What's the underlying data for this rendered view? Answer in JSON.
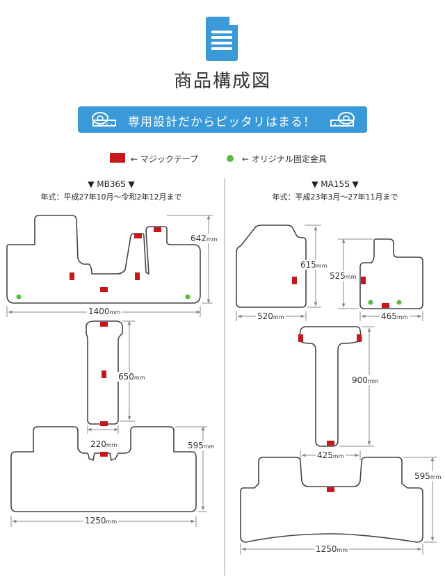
{
  "header": {
    "title": "商品構成図",
    "banner_text": "専用設計だからピッタリはまる！"
  },
  "legend": {
    "velcro_label": "← マジックテープ",
    "fixture_label": "← オリジナル固定金具",
    "velcro_color": "#c8161d",
    "fixture_color": "#5ab946"
  },
  "left": {
    "model": "▼ MB36S ▼",
    "spec": "年式：平成27年10月～令和2年12月まで",
    "dims": {
      "front_height": "642",
      "front_width": "1400",
      "center_height": "650",
      "center_width": "220",
      "rear_height": "595",
      "rear_width": "1250"
    }
  },
  "right": {
    "model": "▼ MA15S ▼",
    "spec": "年式：平成23年3月～27年11月まで",
    "dims": {
      "driver_height": "615",
      "driver_width": "520",
      "passenger_height": "525",
      "passenger_width": "465",
      "center_height": "900",
      "center_width": "425",
      "rear_height": "595",
      "rear_width": "1250"
    }
  },
  "unit": "mm",
  "icons": {
    "header": "document-icon",
    "banner_left": "tape-measure-icon",
    "banner_right": "tape-measure-icon"
  }
}
